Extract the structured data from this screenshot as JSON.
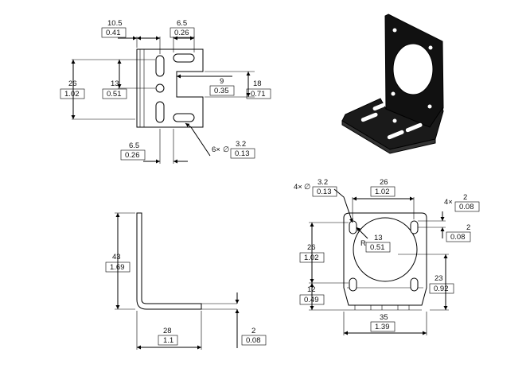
{
  "front_view": {
    "dim_width_slot_offset": {
      "mm": "10.5",
      "in": "0.41"
    },
    "dim_slot_spacing": {
      "mm": "6.5",
      "in": "0.26"
    },
    "dim_height_total": {
      "mm": "26",
      "in": "1.02"
    },
    "dim_height_half": {
      "mm": "13",
      "in": "0.51"
    },
    "dim_cutout_depth": {
      "mm": "9",
      "in": "0.35"
    },
    "dim_cutout_height": {
      "mm": "18",
      "in": "0.71"
    },
    "dim_bottom_offset": {
      "mm": "6.5",
      "in": "0.26"
    },
    "hole_callout": {
      "qty": "6×",
      "symbol": "∅",
      "mm": "3.2",
      "in": "0.13"
    }
  },
  "side_view": {
    "dim_height": {
      "mm": "43",
      "in": "1.69"
    },
    "dim_base_length": {
      "mm": "28",
      "in": "1.1"
    },
    "dim_thickness": {
      "mm": "2",
      "in": "0.08"
    }
  },
  "plate_view": {
    "hole_callout": {
      "qty": "4×",
      "symbol": "∅",
      "mm": "3.2",
      "in": "0.13"
    },
    "dim_hole_spacing_x": {
      "mm": "26",
      "in": "1.02"
    },
    "slot_callout": {
      "qty": "4×",
      "mm": "2",
      "in": "0.08"
    },
    "dim_slot_offset": {
      "mm": "2",
      "in": "0.08"
    },
    "radius_label": "R",
    "dim_radius": {
      "mm": "13",
      "in": "0.51"
    },
    "dim_hole_spacing_y": {
      "mm": "26",
      "in": "1.02"
    },
    "dim_center_height": {
      "mm": "23",
      "in": "0.92"
    },
    "dim_bottom_hole": {
      "mm": "12",
      "in": "0.49"
    },
    "dim_width": {
      "mm": "35",
      "in": "1.39"
    }
  },
  "iso_view": {
    "color": "#111111"
  }
}
